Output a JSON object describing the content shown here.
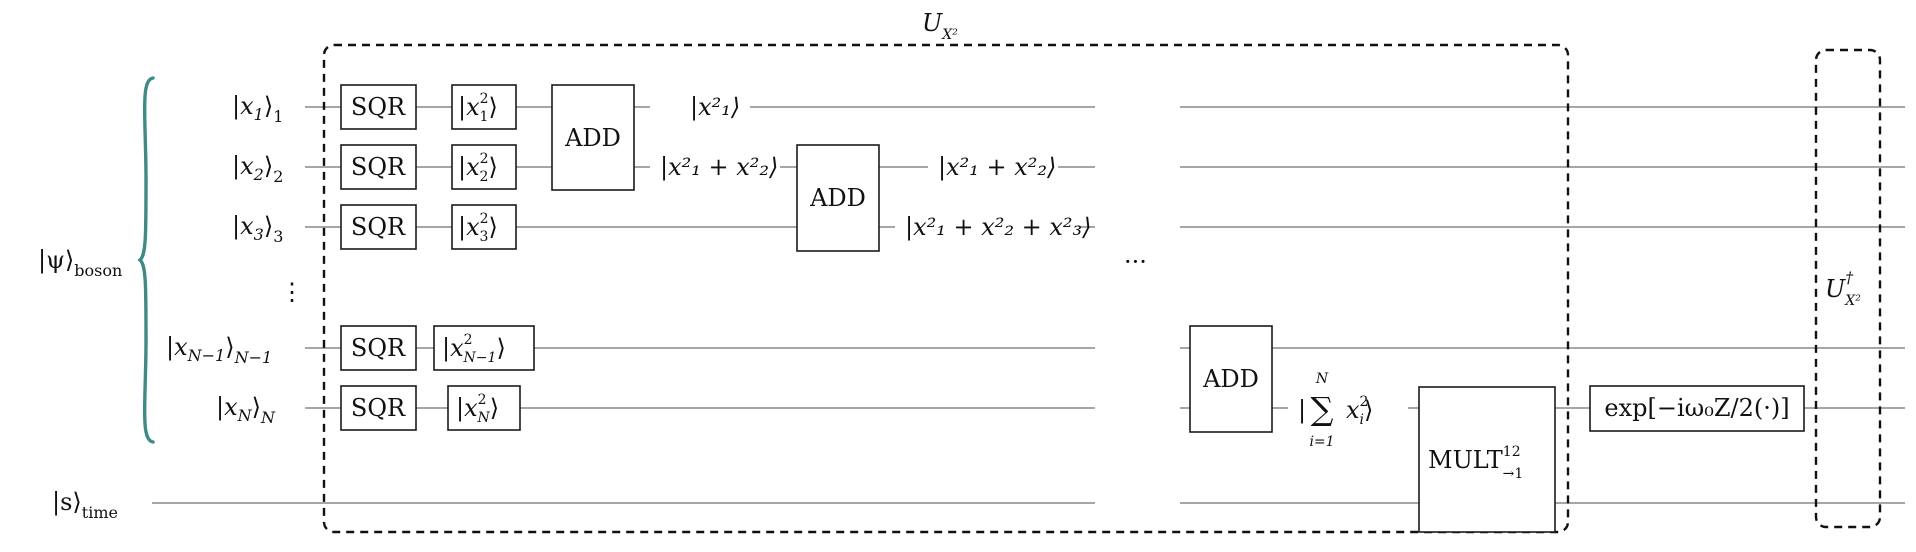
{
  "labels": {
    "unitary_title": "U",
    "unitary_title_sub": "X²",
    "dagger_title": "U",
    "dagger_sup": "†",
    "dagger_sub": "X²",
    "register_boson": "|ψ⟩",
    "register_boson_sub": "boson",
    "register_time": "|s⟩",
    "register_time_sub": "time",
    "vdots": "⋮",
    "ellipsis": "···"
  },
  "inputs": [
    {
      "ket": "|x",
      "sub1": "1",
      "close": "⟩",
      "sub2": "1"
    },
    {
      "ket": "|x",
      "sub1": "2",
      "close": "⟩",
      "sub2": "2"
    },
    {
      "ket": "|x",
      "sub1": "3",
      "close": "⟩",
      "sub2": "3"
    },
    {
      "ket": "|x",
      "sub1": "N−1",
      "close": "⟩",
      "sub2": "N−1"
    },
    {
      "ket": "|x",
      "sub1": "N",
      "close": "⟩",
      "sub2": "N"
    }
  ],
  "sqr_label": "SQR",
  "squares": [
    {
      "pre": "|x",
      "sup": "2",
      "sub": "1",
      "post": "⟩"
    },
    {
      "pre": "|x",
      "sup": "2",
      "sub": "2",
      "post": "⟩"
    },
    {
      "pre": "|x",
      "sup": "2",
      "sub": "3",
      "post": "⟩"
    },
    {
      "pre": "|x",
      "sup": "2",
      "sub": "N−1",
      "post": "⟩"
    },
    {
      "pre": "|x",
      "sup": "2",
      "sub": "N",
      "post": "⟩"
    }
  ],
  "add_label": "ADD",
  "intermediate": {
    "a": "|x²₁⟩",
    "b": "|x²₁ + x²₂⟩",
    "c": "|x²₁ + x²₂⟩",
    "d": "|x²₁ + x²₂ + x²₃⟩"
  },
  "sum": {
    "open": "|",
    "sigma": "∑",
    "upper": "N",
    "lower": "i=1",
    "term": "x",
    "term_sup": "2",
    "term_sub": "i",
    "close": "⟩"
  },
  "mult": {
    "label": "MULT",
    "sup": "12",
    "sub": "→1"
  },
  "exp_gate": "exp[−iω₀Z/2(·)]"
}
